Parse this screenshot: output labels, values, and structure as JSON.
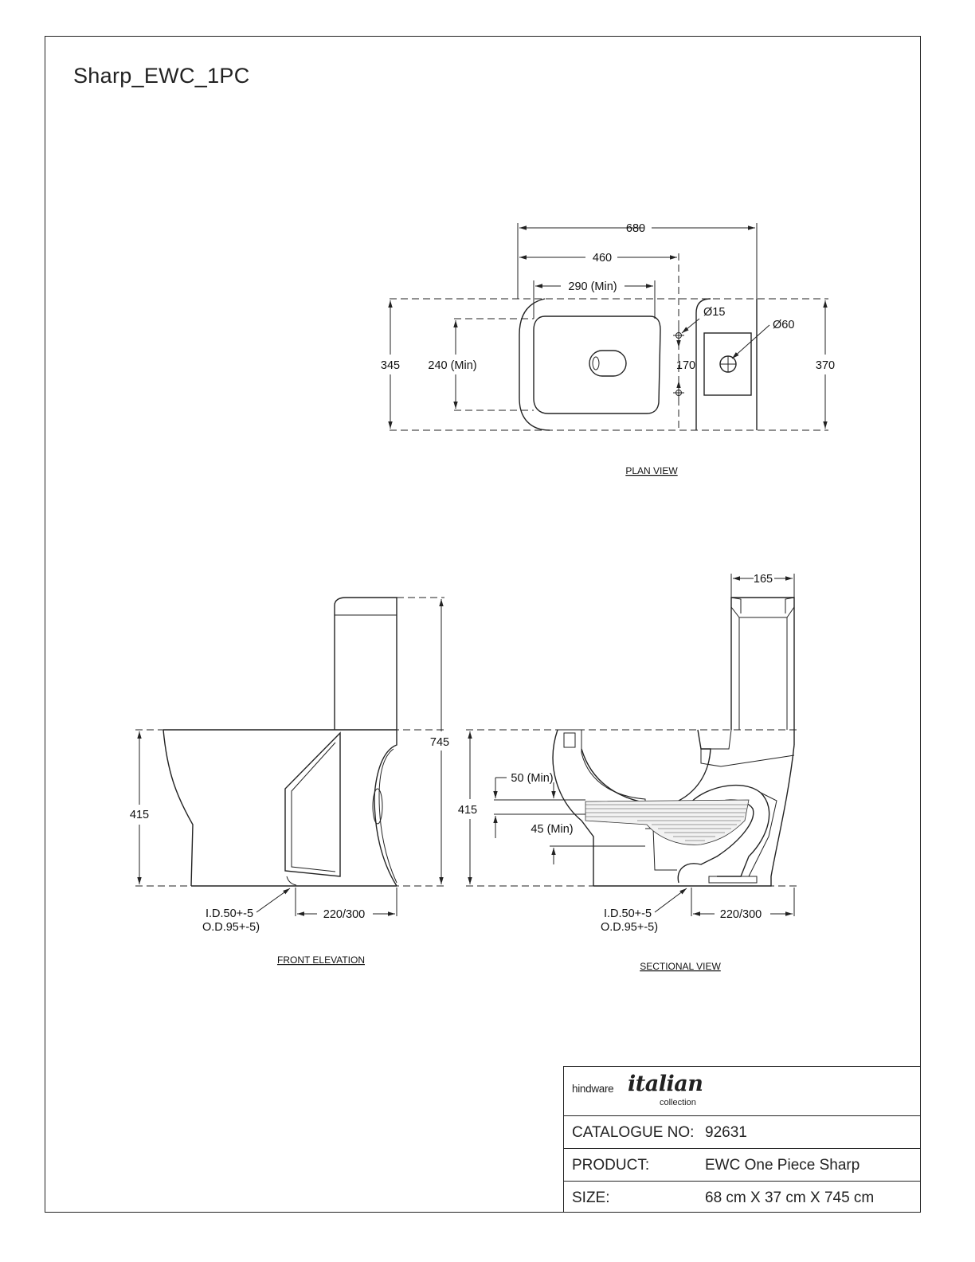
{
  "drawing": {
    "title": "Sharp_EWC_1PC"
  },
  "views": {
    "plan": {
      "caption": "PLAN VIEW",
      "dims": {
        "overall_length": "680",
        "bowl_length": "460",
        "min_length": "290 (Min)",
        "depth_left": "345",
        "min_depth": "240 (Min)",
        "depth_right": "370",
        "hole_spacing": "170",
        "small_hole": "Ø15",
        "big_hole": "Ø60"
      }
    },
    "front": {
      "caption": "FRONT ELEVATION",
      "dims": {
        "height": "745",
        "seat_height": "415",
        "outlet_id": "I.D.50+-5",
        "outlet_od": "O.D.95+-5)",
        "rough_in": "220/300"
      }
    },
    "section": {
      "caption": "SECTIONAL VIEW",
      "dims": {
        "tank_depth": "165",
        "seat_height": "415",
        "water_seal": "50 (Min)",
        "trapway": "45 (Min)",
        "outlet_id": "I.D.50+-5",
        "outlet_od": "O.D.95+-5)",
        "rough_in": "220/300"
      }
    }
  },
  "title_block": {
    "brand": {
      "name": "hindware",
      "line": "italian",
      "sub": "collection"
    },
    "rows": [
      {
        "label": "CATALOGUE NO:",
        "value": "92631"
      },
      {
        "label": "PRODUCT:",
        "value": "EWC One Piece Sharp"
      },
      {
        "label": "SIZE:",
        "value": "68 cm X 37 cm X 745 cm"
      }
    ]
  }
}
